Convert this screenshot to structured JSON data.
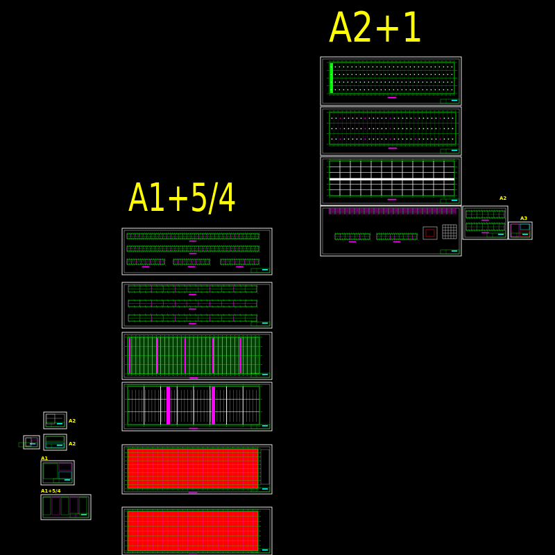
{
  "labels": {
    "a2_main": "A2+1",
    "a1_main": "A1+5/4",
    "a2_side": "A2",
    "a3_side": "A3",
    "a2_small_1": "A2",
    "a2_small_2": "A2",
    "a1_small": "A1",
    "a1_small_2": "A1+5/4"
  },
  "colors": {
    "background": "#000000",
    "frame": "#ffffff",
    "label": "#ffff00",
    "structure": "#00ff00",
    "accent": "#ff00ff",
    "fill": "#ff0000",
    "dim": "#00ffff"
  }
}
